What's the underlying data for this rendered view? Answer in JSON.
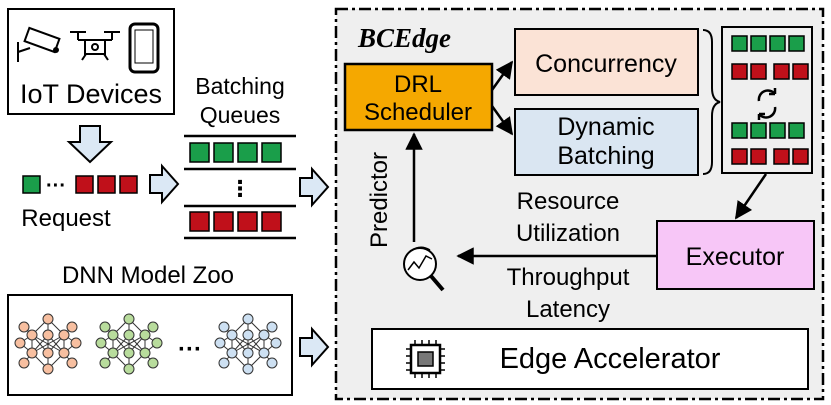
{
  "iot": {
    "label": "IoT Devices"
  },
  "queues": {
    "line1": "Batching",
    "line2": "Queues",
    "dots": "⋮"
  },
  "request": {
    "label": "Request",
    "dots": "···"
  },
  "zoo": {
    "label": "DNN Model Zoo",
    "dots": "···"
  },
  "system": {
    "title": "BCEdge"
  },
  "scheduler": {
    "line1": "DRL",
    "line2": "Scheduler"
  },
  "concurrency": {
    "label": "Concurrency"
  },
  "batching": {
    "line1": "Dynamic",
    "line2": "Batching"
  },
  "predictor": {
    "label": "Predictor"
  },
  "resource": {
    "line1": "Resource",
    "line2": "Utilization"
  },
  "throughput": {
    "line1": "Throughput",
    "line2": "Latency"
  },
  "executor": {
    "label": "Executor"
  },
  "accelerator": {
    "label": "Edge Accelerator"
  },
  "colors": {
    "green": "#1a9e4a",
    "red": "#c0101a",
    "scheduler": "#f5a800",
    "concurrency": "#fbe3d6",
    "batching": "#dae6f2",
    "executor": "#f7c6f7",
    "system_bg": "#efefef",
    "arrow_fill": "#dbe8f5",
    "model_orange": "#f7bfa0",
    "model_green": "#b8dc9c",
    "model_blue": "#cde0f2"
  }
}
